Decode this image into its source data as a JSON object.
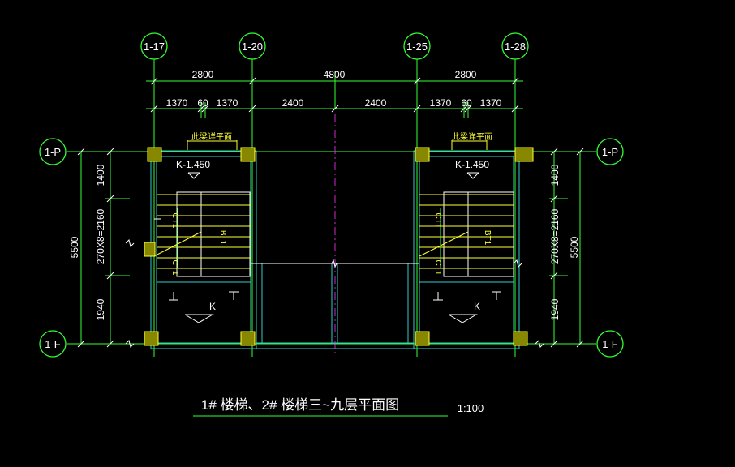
{
  "axes": {
    "top": [
      "1-17",
      "1-20",
      "1-25",
      "1-28"
    ],
    "left": [
      "1-P",
      "1-F"
    ],
    "right": [
      "1-P",
      "1-F"
    ]
  },
  "dims": {
    "row1": [
      "2800",
      "4800",
      "2800"
    ],
    "row2": [
      "1370",
      "60",
      "1370",
      "2400",
      "2400",
      "1370",
      "60",
      "1370"
    ],
    "left_total": "5500",
    "vertical": [
      "1400",
      "270X8=2160",
      "1940"
    ]
  },
  "stairs": {
    "beam_note": "此梁详平面",
    "landing_level": "K-1.450",
    "landing_label": "K",
    "ct1": "CT1",
    "bt1": "BT1"
  },
  "title": "1# 楼梯、2# 楼梯三~九层平面图",
  "scale": "1:100"
}
